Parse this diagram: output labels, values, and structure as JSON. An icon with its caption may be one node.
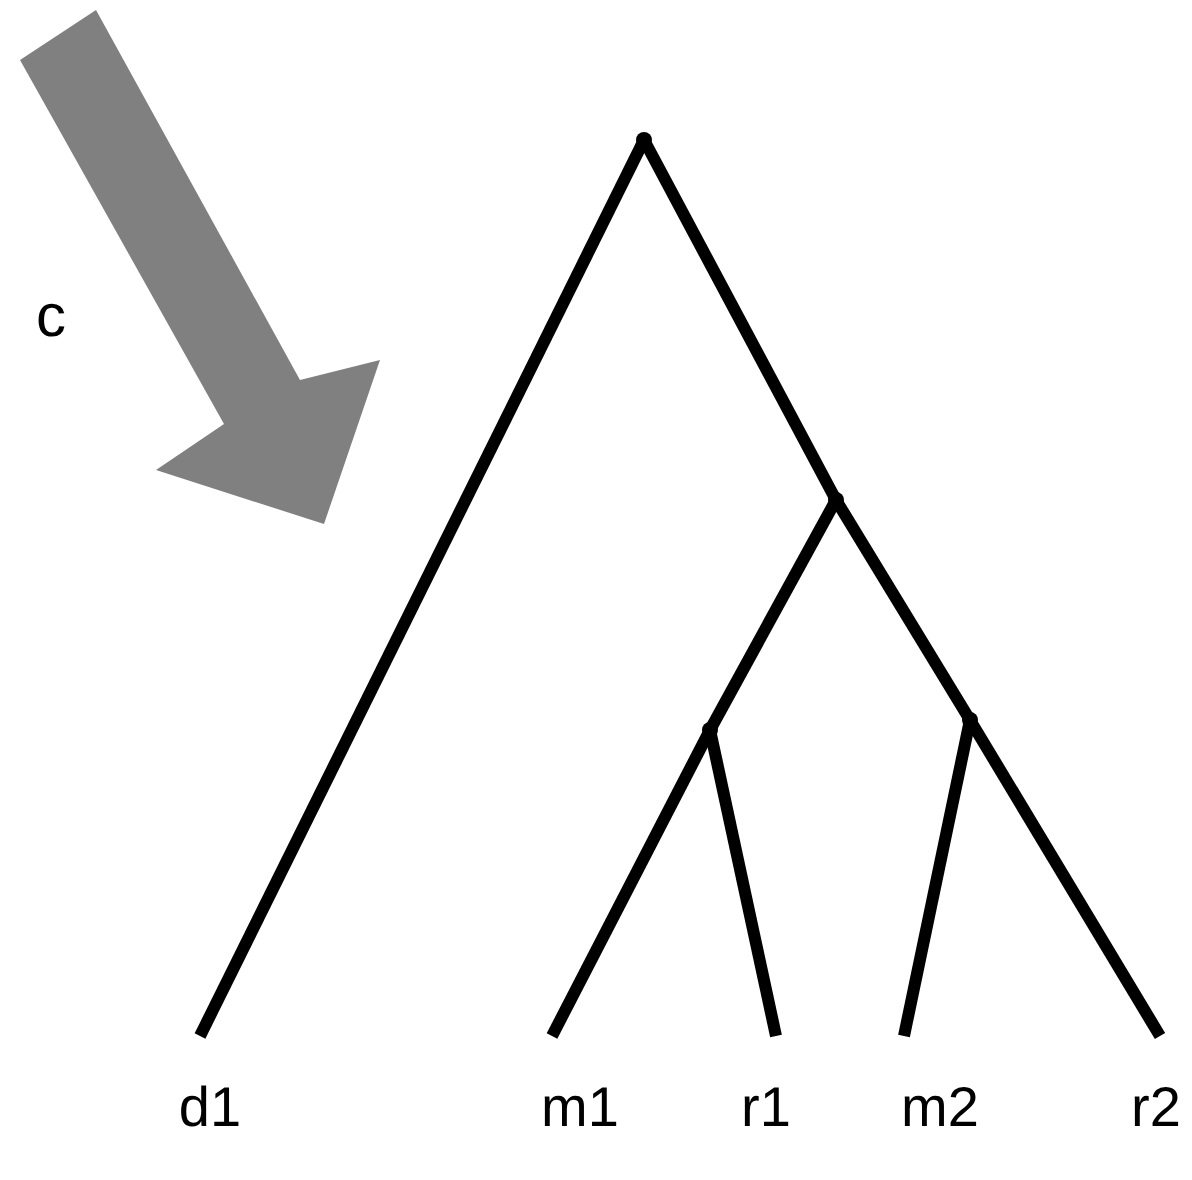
{
  "diagram": {
    "nodes": [
      {
        "text": [],
        "shape": "point"
      },
      {
        "text": [],
        "shape": "point"
      },
      {
        "text": [],
        "shape": "point"
      },
      {
        "text": [],
        "shape": "point"
      },
      {
        "text": [
          "d1"
        ]
      },
      {
        "text": [
          "m1"
        ]
      },
      {
        "text": [
          "r1"
        ]
      },
      {
        "text": [
          "m2"
        ]
      },
      {
        "text": [
          "r2"
        ]
      }
    ],
    "edges": [
      {
        "from": 0,
        "to": 4,
        "arrow": "none"
      },
      {
        "from": 0,
        "to": 1,
        "arrow": "none"
      },
      {
        "from": 1,
        "to": 2,
        "arrow": "none"
      },
      {
        "from": 1,
        "to": 3,
        "arrow": "none"
      },
      {
        "from": 2,
        "to": 5,
        "arrow": "none"
      },
      {
        "from": 2,
        "to": 6,
        "arrow": "none"
      },
      {
        "from": 3,
        "to": 7,
        "arrow": "none"
      },
      {
        "from": 3,
        "to": 8,
        "arrow": "none"
      }
    ],
    "labels": [
      "c"
    ]
  }
}
